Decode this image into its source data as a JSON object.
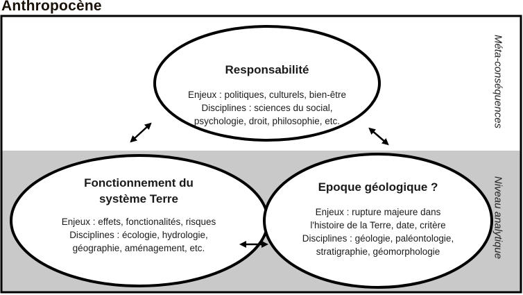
{
  "title": "Anthropocène",
  "levels": {
    "top": "Méta-conséquences",
    "bottom": "Niveau analytique"
  },
  "nodes": {
    "responsabilite": {
      "heading": "Responsabilité",
      "lines": [
        "Enjeux : politiques, culturels, bien-être",
        "Disciplines : sciences du social,",
        "psychologie, droit, philosophie, etc."
      ]
    },
    "systeme_terre": {
      "heading_lines": [
        "Fonctionnement du",
        "système Terre"
      ],
      "lines": [
        "Enjeux : effets, fonctionalités, risques",
        "Disciplines : écologie, hydrologie,",
        "géographie, aménagement, etc."
      ]
    },
    "epoque": {
      "heading": "Epoque géologique ?",
      "lines": [
        "Enjeux : rupture majeure dans",
        "l'histoire de la Terre, date, critère",
        "Disciplines : géologie, paléontologie,",
        "stratigraphie, géomorphologie"
      ]
    }
  },
  "colors": {
    "lower_band": "#c9c9c9",
    "stroke": "#000000"
  }
}
